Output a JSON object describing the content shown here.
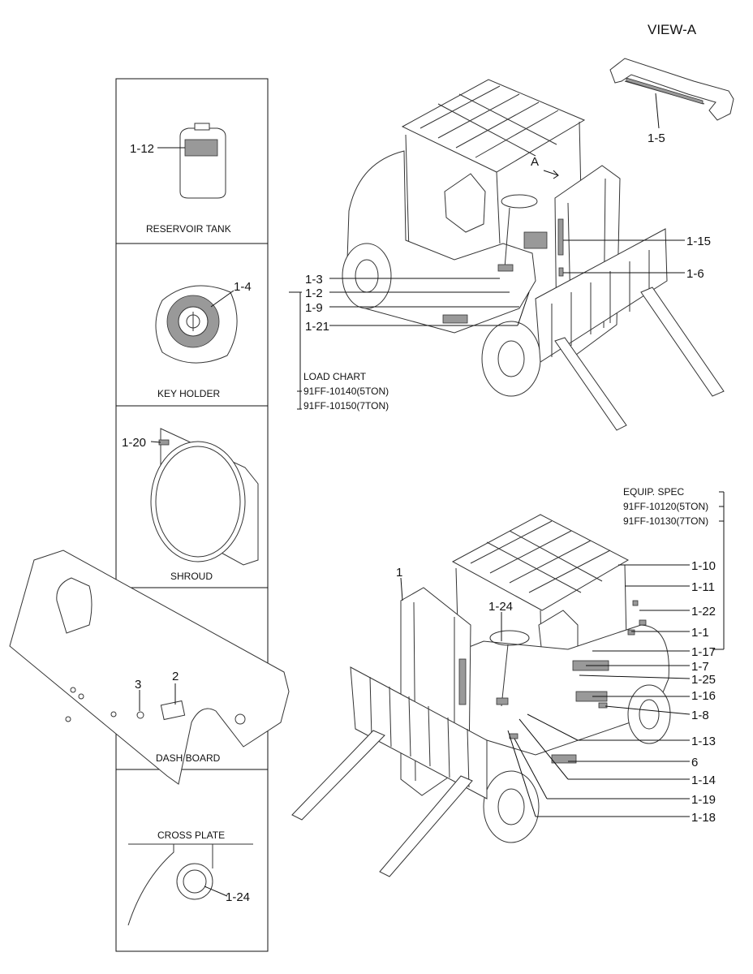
{
  "view_title": "VIEW-A",
  "panels": {
    "reservoir": {
      "caption": "RESERVOIR TANK",
      "callout": "1-12"
    },
    "key_holder": {
      "caption": "KEY HOLDER",
      "callout": "1-4"
    },
    "shroud": {
      "caption": "SHROUD",
      "callout": "1-20"
    },
    "dash_board": {
      "caption": "DASH BOARD",
      "callout_a": "3",
      "callout_b": "2"
    },
    "cross_plate": {
      "title": "CROSS PLATE",
      "callout": "1-24"
    }
  },
  "view_a_callout": "1-5",
  "view_arrow": "A",
  "top_forklift": {
    "callouts": [
      "1-15",
      "1-6",
      "1-3",
      "1-2",
      "1-9",
      "1-21"
    ],
    "load_chart": [
      "LOAD CHART",
      "91FF-10140(5TON)",
      "91FF-10150(7TON)"
    ]
  },
  "bottom_forklift": {
    "equip_spec": [
      "EQUIP. SPEC",
      "91FF-10120(5TON)",
      "91FF-10130(7TON)"
    ],
    "left_callouts": [
      "1",
      "1-24"
    ],
    "right_callouts": [
      "1-10",
      "1-11",
      "1-22",
      "1-1",
      "1-17",
      "1-7",
      "1-25",
      "1-16",
      "1-8",
      "1-13",
      "6",
      "1-14",
      "1-19",
      "1-18"
    ]
  }
}
